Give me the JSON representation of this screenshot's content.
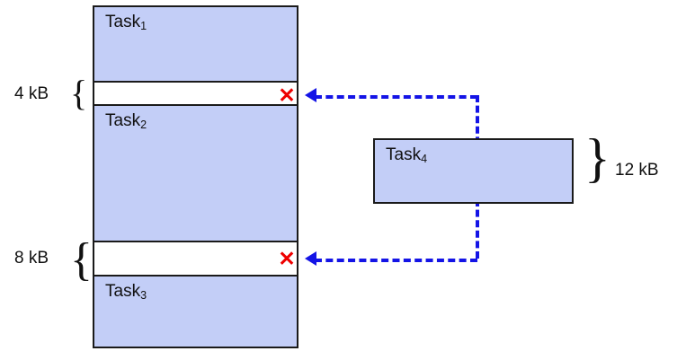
{
  "diagram": {
    "title": "memory-allocation-fragmentation",
    "colors": {
      "block_fill": "#c3cef7",
      "block_border": "#1a1a1a",
      "arrow": "#1414e6",
      "x_mark": "#ee0000",
      "background": "#ffffff"
    },
    "memory_column": {
      "blocks": [
        {
          "id": "task1",
          "label": "Task",
          "sub": "1",
          "kind": "allocated"
        },
        {
          "id": "free4",
          "label": "",
          "sub": "",
          "kind": "free",
          "size": "4 kB",
          "marker": "✕"
        },
        {
          "id": "task2",
          "label": "Task",
          "sub": "2",
          "kind": "allocated"
        },
        {
          "id": "free8",
          "label": "",
          "sub": "",
          "kind": "free",
          "size": "8 kB",
          "marker": "✕"
        },
        {
          "id": "task3",
          "label": "Task",
          "sub": "3",
          "kind": "allocated"
        }
      ]
    },
    "size_labels": {
      "gap_small": "4 kB",
      "gap_large": "8 kB",
      "incoming_task": "12 kB"
    },
    "braces": {
      "left_open": "{",
      "right_close": "}"
    },
    "incoming": {
      "label": "Task",
      "sub": "4",
      "size": "12 kB"
    }
  }
}
